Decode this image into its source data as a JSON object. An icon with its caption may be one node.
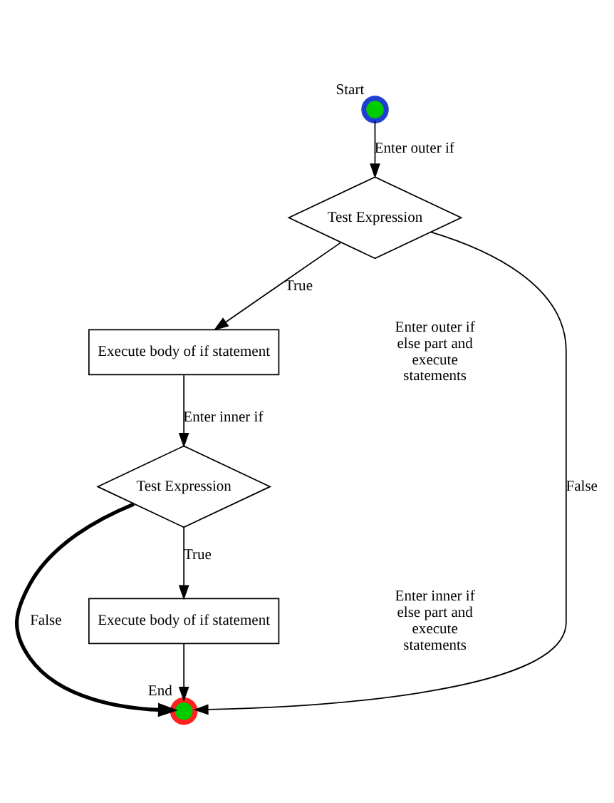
{
  "diagram": {
    "nodes": [
      {
        "text": [
          "Start"
        ]
      },
      {
        "text": [
          "Test Expression"
        ]
      },
      {
        "text": [
          "Execute body of if statement"
        ]
      },
      {
        "text": [
          "Test Expression"
        ]
      },
      {
        "text": [
          "Execute body of if statement"
        ]
      },
      {
        "text": [
          "End"
        ]
      }
    ],
    "edges": [
      {
        "from": 0,
        "to": 1,
        "arrow": "to",
        "label": "Enter outer if"
      },
      {
        "from": 1,
        "to": 2,
        "arrow": "to",
        "label": "True"
      },
      {
        "from": 1,
        "to": 5,
        "arrow": "to",
        "label": "False"
      },
      {
        "from": 2,
        "to": 3,
        "arrow": "to",
        "label": "Enter inner if"
      },
      {
        "from": 3,
        "to": 4,
        "arrow": "to",
        "label": "True"
      },
      {
        "from": 3,
        "to": 5,
        "arrow": "to",
        "label": "False",
        "style": "thick"
      },
      {
        "from": 4,
        "to": 5,
        "arrow": "to"
      }
    ],
    "labels": [
      "Enter outer if else part and execute statements",
      "Enter inner if else part and execute statements"
    ]
  }
}
